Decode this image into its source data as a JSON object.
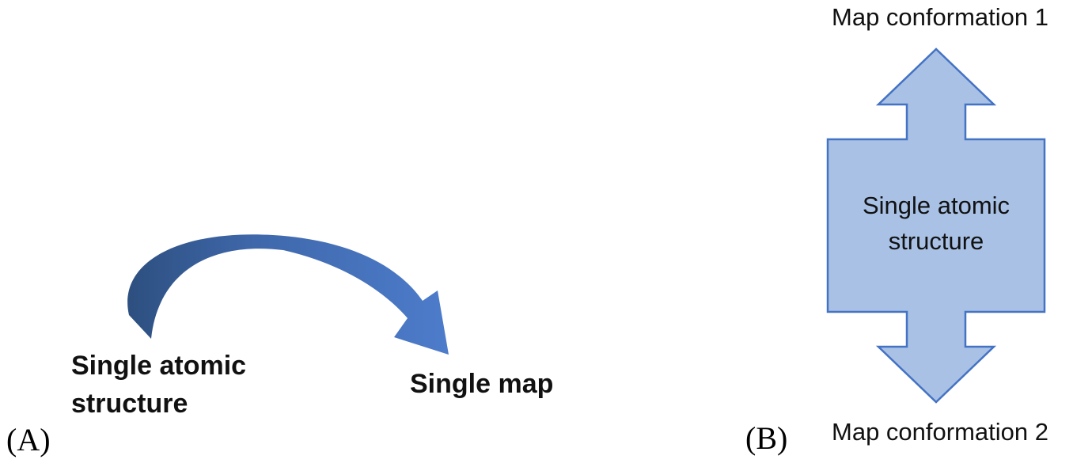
{
  "background": "#ffffff",
  "panel_a": {
    "label": "(A)",
    "source_label": "Single atomic structure",
    "target_label": "Single map",
    "arrow_color_start": "#2d4f7f",
    "arrow_color_mid": "#3f68ab",
    "arrow_color_end": "#4d7ccb"
  },
  "panel_b": {
    "label": "(B)",
    "top_label": "Map conformation 1",
    "center_label": "Single atomic structure",
    "bottom_label": "Map conformation 2",
    "arrow_fill": "#a8c1e5",
    "arrow_stroke": "#4472c4"
  }
}
